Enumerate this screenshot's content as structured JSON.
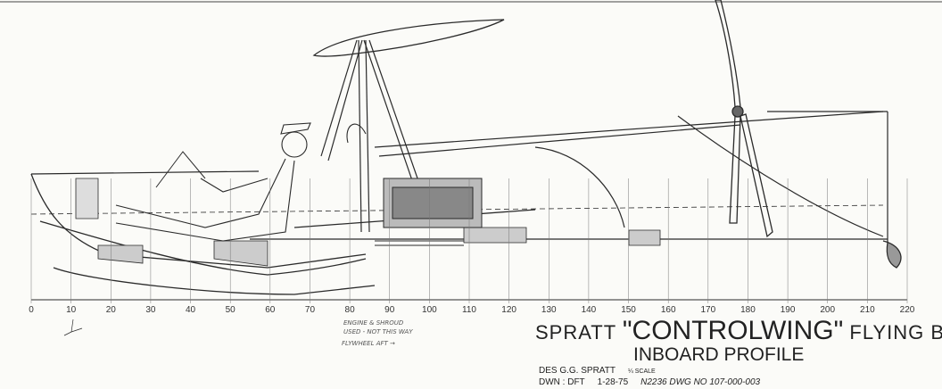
{
  "drawing": {
    "title_prefix": "SPRATT",
    "title_main": "\"CONTROLWING\"",
    "title_suffix": "FLYING BOAT",
    "subtitle": "INBOARD PROFILE",
    "designer": "DES  G.G. SPRATT",
    "scale": "¼ SCALE",
    "drawn_by": "DWN :  DFT",
    "date": "1-28-75",
    "drawing_number": "N2236  DWG NO 107-000-003"
  },
  "scale_axis": {
    "ticks": [
      "0",
      "10",
      "20",
      "30",
      "40",
      "50",
      "60",
      "70",
      "80",
      "90",
      "100",
      "110",
      "120",
      "130",
      "140",
      "150",
      "160",
      "170",
      "180",
      "190",
      "200",
      "210",
      "220"
    ]
  },
  "notes": {
    "engine": "ENGINE & SHROUD",
    "engine2": "USED - NOT THIS WAY",
    "flywheel": "FLYWHEEL AFT →"
  },
  "colors": {
    "ink": "#2a2a2a",
    "paper": "#fbfbf8"
  }
}
